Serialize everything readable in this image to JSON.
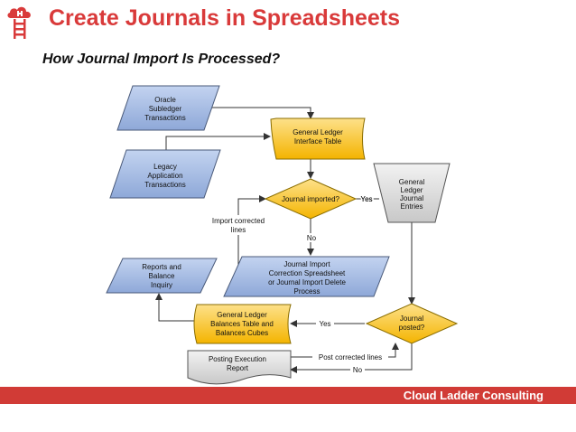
{
  "header": {
    "title": "Create Journals in Spreadsheets",
    "subtitle": "How Journal Import Is Processed?"
  },
  "logo": {
    "icon": "cloud-ladder-icon",
    "color": "#d93a3a"
  },
  "footer": {
    "company": "Cloud Ladder Consulting",
    "bar_color": "#d13b36"
  },
  "colors": {
    "blue_shape": "#9fb6e0",
    "yellow_shape": "#f9c417",
    "gray_shape": "#d9d9d9"
  },
  "diagram": {
    "oracle_subledger": [
      "Oracle",
      "Subledger",
      "Transactions"
    ],
    "legacy_app": [
      "Legacy",
      "Application",
      "Transactions"
    ],
    "gl_interface": [
      "General Ledger",
      "Interface Table"
    ],
    "journal_imported": [
      "Journal imported?"
    ],
    "gl_journal_entries": [
      "General",
      "Ledger",
      "Journal",
      "Entries"
    ],
    "import_corrected": [
      "Import corrected",
      "lines"
    ],
    "journal_import_correction": [
      "Journal Import",
      "Correction Spreadsheet",
      "or Journal Import Delete",
      "Process"
    ],
    "reports_inquiry": [
      "Reports and",
      "Balance",
      "Inquiry"
    ],
    "gl_balances": [
      "General Ledger",
      "Balances Table and",
      "Balances Cubes"
    ],
    "journal_posted": [
      "Journal",
      "posted?"
    ],
    "posting_report": [
      "Posting Execution",
      "Report"
    ],
    "labels": {
      "yes_imported": "Yes",
      "no_imported": "No",
      "yes_posted": "Yes",
      "post_corrected": "Post corrected lines",
      "no_posted": "No"
    }
  }
}
